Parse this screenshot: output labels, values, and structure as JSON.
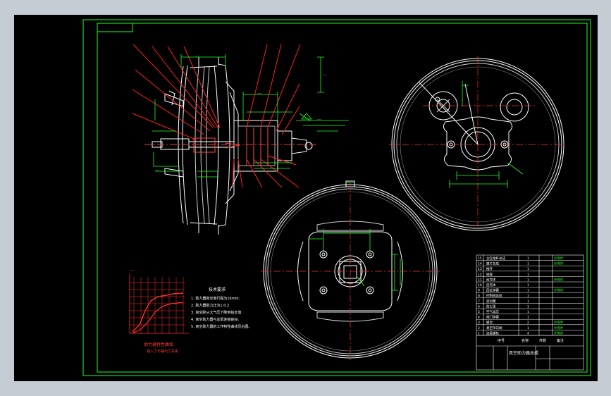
{
  "colors": {
    "background": "#000000",
    "border": "#20ff20",
    "outline": "#ffffff",
    "leader": "#ff2020",
    "dimension": "#20ff20",
    "centerline": "#ff3030",
    "graph_grid": "#ff3030",
    "graph_curve": "#ff3030"
  },
  "drawing": {
    "tech_requirements": {
      "title": "技术要求",
      "items": [
        "1. 助力器真空度行程为16mm;",
        "2. 助力器助力比为1:0.2",
        "3. 真空腔从大气压下降到给定值",
        "4. 真空助力器与总泵连接良好。",
        "5. 真空助力器的工作特性曲线见右图。"
      ]
    },
    "graph": {
      "caption_1": "助力器特性曲线",
      "caption_2": "输入力与输出力关系"
    },
    "title_block": {
      "drawing_title": "真空助力器总成",
      "rows": [
        {
          "no": "15",
          "name": "主缸推杆总成",
          "qty": "1",
          "note": "外购件"
        },
        {
          "no": "14",
          "name": "膜片总成",
          "qty": "1",
          "note": "外购件"
        },
        {
          "no": "13",
          "name": "推杆",
          "qty": "1",
          "note": ""
        },
        {
          "no": "12",
          "name": "阀座",
          "qty": "1",
          "note": ""
        },
        {
          "no": "11",
          "name": "前壳体",
          "qty": "1",
          "note": "外购件"
        },
        {
          "no": "10",
          "name": "后壳体",
          "qty": "1",
          "note": ""
        },
        {
          "no": "9",
          "name": "回位弹簧",
          "qty": "1",
          "note": "外购件"
        },
        {
          "no": "8",
          "name": "控制阀总成",
          "qty": "1",
          "note": ""
        },
        {
          "no": "7",
          "name": "密封圈",
          "qty": "1",
          "note": ""
        },
        {
          "no": "6",
          "name": "防尘罩",
          "qty": "1",
          "note": ""
        },
        {
          "no": "5",
          "name": "空气滤芯",
          "qty": "1",
          "note": ""
        },
        {
          "no": "4",
          "name": "阀门弹簧",
          "qty": "1",
          "note": ""
        },
        {
          "no": "3",
          "name": "螺母",
          "qty": "2",
          "note": "外购件"
        },
        {
          "no": "2",
          "name": "真空单向阀",
          "qty": "1",
          "note": "外购件"
        },
        {
          "no": "1",
          "name": "连接螺栓",
          "qty": "4",
          "note": "外购件"
        }
      ],
      "header": {
        "no": "序号",
        "name": "名称",
        "qty": "件数",
        "note": "备注"
      }
    }
  }
}
